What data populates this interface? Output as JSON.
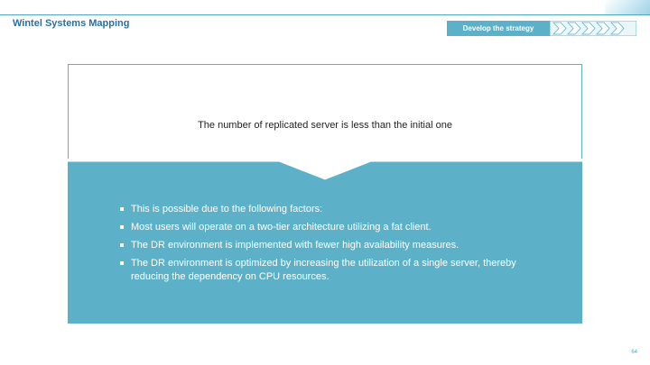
{
  "header": {
    "title": "Wintel Systems Mapping",
    "step_label": "Develop the strategy",
    "chevron_count": 5
  },
  "main": {
    "headline": "The number of replicated server is less than the initial one",
    "bullets": [
      "This is possible due to the following factors:",
      "Most users will operate on a two-tier architecture utilizing a fat client.",
      "The DR environment is implemented with fewer high availability measures.",
      "The DR environment is optimized by increasing the utilization of a single server, thereby reducing the dependency on CPU resources."
    ]
  },
  "footer": {
    "page_number": "64"
  },
  "colors": {
    "accent": "#5cb1c9",
    "title": "#2a6fa5"
  }
}
